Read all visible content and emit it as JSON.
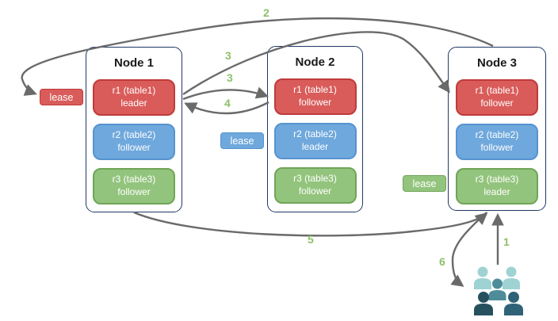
{
  "nodes": [
    {
      "title": "Node 1",
      "replicas": [
        {
          "line1": "r1 (table1)",
          "line2": "leader",
          "color": "red"
        },
        {
          "line1": "r2 (table2)",
          "line2": "follower",
          "color": "blue"
        },
        {
          "line1": "r3 (table3)",
          "line2": "follower",
          "color": "green"
        }
      ]
    },
    {
      "title": "Node 2",
      "replicas": [
        {
          "line1": "r1 (table1)",
          "line2": "follower",
          "color": "red"
        },
        {
          "line1": "r2 (table2)",
          "line2": "leader",
          "color": "blue"
        },
        {
          "line1": "r3 (table3)",
          "line2": "follower",
          "color": "green"
        }
      ]
    },
    {
      "title": "Node 3",
      "replicas": [
        {
          "line1": "r1 (table1)",
          "line2": "follower",
          "color": "red"
        },
        {
          "line1": "r2 (table2)",
          "line2": "follower",
          "color": "blue"
        },
        {
          "line1": "r3 (table3)",
          "line2": "leader",
          "color": "green"
        }
      ]
    }
  ],
  "leases": [
    {
      "label": "lease",
      "color": "red"
    },
    {
      "label": "lease",
      "color": "blue"
    },
    {
      "label": "lease",
      "color": "green"
    }
  ],
  "steps": {
    "s1": "1",
    "s2": "2",
    "s3a": "3",
    "s3b": "3",
    "s4": "4",
    "s5": "5",
    "s6": "6"
  },
  "icons": {
    "users": "user-group-icon"
  },
  "colors": {
    "node_border": "#203864",
    "title_color": "#1a1a1a",
    "text_light": "#ffffff",
    "red_fill": "#d95c5a",
    "red_border": "#bf3b3b",
    "blue_fill": "#6fa8dc",
    "blue_border": "#5793cf",
    "green_fill": "#93c47d",
    "green_border": "#70a557",
    "arrow": "#6a6a6a",
    "step_label": "#8dc06a",
    "people_light": "#9fd2d3",
    "people_mid": "#4e8c99",
    "people_dark_a": "#27505f",
    "people_dark_b": "#2f6277"
  }
}
